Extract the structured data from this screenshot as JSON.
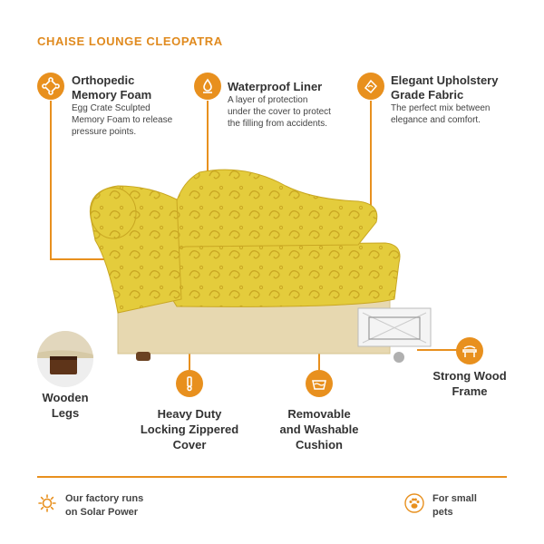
{
  "header": {
    "title": "CHAISE LOUNGE CLEOPATRA"
  },
  "features": {
    "foam": {
      "icon": "bone-icon",
      "title_line1": "Orthopedic",
      "title_line2": "Memory Foam",
      "desc_line1": "Egg Crate Sculpted",
      "desc_line2": "Memory Foam to release",
      "desc_line3": "pressure points."
    },
    "liner": {
      "icon": "droplet-icon",
      "title": "Waterproof Liner",
      "desc_line1": "A layer of protection",
      "desc_line2": "under the cover to protect",
      "desc_line3": "the filling from accidents."
    },
    "fabric": {
      "icon": "fabric-swatch-icon",
      "title_line1": "Elegant Upholstery",
      "title_line2": "Grade Fabric",
      "desc_line1": "The perfect mix between",
      "desc_line2": "elegance and comfort."
    }
  },
  "labels": {
    "legs": {
      "line1": "Wooden",
      "line2": "Legs"
    },
    "zipper": {
      "icon": "zipper-icon",
      "line1": "Heavy Duty",
      "line2": "Locking Zippered",
      "line3": "Cover"
    },
    "cushion": {
      "icon": "washing-icon",
      "line1": "Removable",
      "line2": "and Washable",
      "line3": "Cushion"
    },
    "frame": {
      "icon": "wood-frame-icon",
      "line1": "Strong Wood",
      "line2": "Frame"
    }
  },
  "footer": {
    "solar": {
      "icon": "solar-sun-icon",
      "line1": "Our factory runs",
      "line2": "on Solar Power"
    },
    "pets": {
      "icon": "paw-icon",
      "line1": "For small",
      "line2": "pets"
    }
  },
  "colors": {
    "accent": "#e8901e",
    "fabric": "#e4cc3c",
    "base": "#e7d8b0"
  }
}
